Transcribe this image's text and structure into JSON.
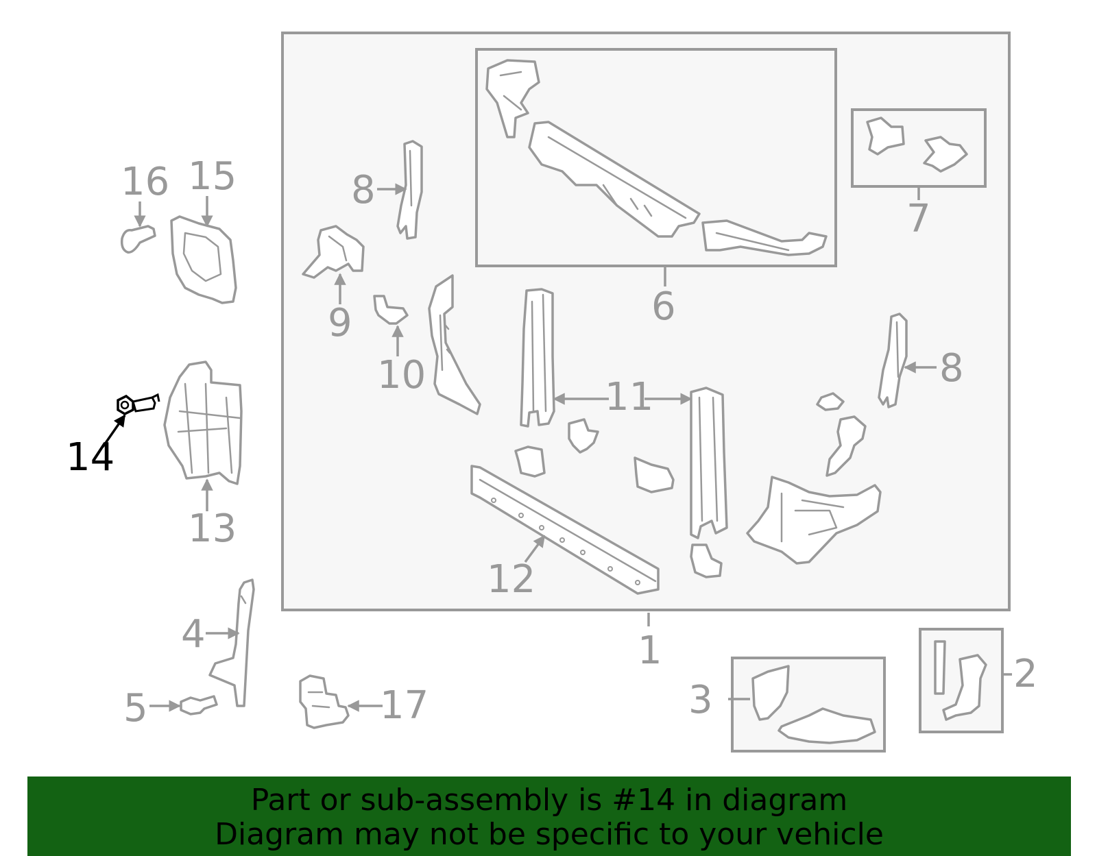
{
  "diagram": {
    "highlighted_part": "14",
    "colors": {
      "line": "#999999",
      "highlight": "#000000",
      "box_fill": "#f7f7f7",
      "banner": "#136213"
    },
    "labels": {
      "l1": "1",
      "l2": "2",
      "l3": "3",
      "l4": "4",
      "l5": "5",
      "l6": "6",
      "l7": "7",
      "l8a": "8",
      "l8b": "8",
      "l9": "9",
      "l10": "10",
      "l11": "11",
      "l12": "12",
      "l13": "13",
      "l14": "14",
      "l15": "15",
      "l16": "16",
      "l17": "17"
    }
  },
  "banner": {
    "line1": "Part or sub-assembly is #14 in diagram",
    "line2": "Diagram may not be specific to your vehicle"
  }
}
